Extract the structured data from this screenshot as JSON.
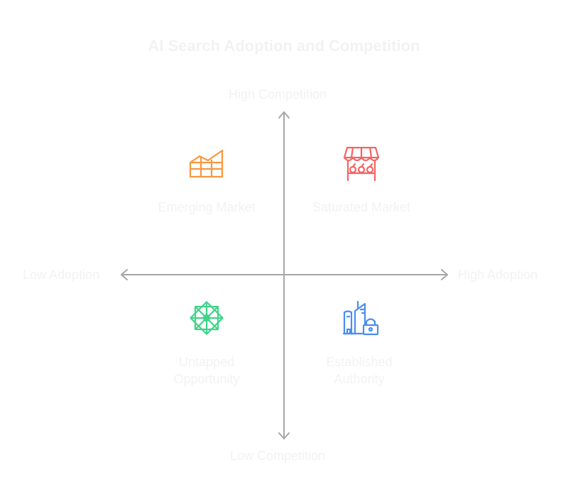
{
  "title": "AI Search Adoption and Competition",
  "axes": {
    "top": "High Competition",
    "bottom": "Low Competition",
    "left": "Low Adoption",
    "right": "High Adoption",
    "color": "#a6a6a6"
  },
  "quadrants": [
    {
      "position": "top-left",
      "label": "Emerging Market",
      "icon": "growth-chart-icon",
      "color": "#f7973e"
    },
    {
      "position": "top-right",
      "label": "Saturated Market",
      "icon": "market-stall-icon",
      "color": "#f46363"
    },
    {
      "position": "bottom-left",
      "label": "Untapped Opportunity",
      "icon": "compass-star-icon",
      "color": "#3fd48a"
    },
    {
      "position": "bottom-right",
      "label": "Established Authority",
      "icon": "secure-buildings-icon",
      "color": "#4a8df0"
    }
  ]
}
